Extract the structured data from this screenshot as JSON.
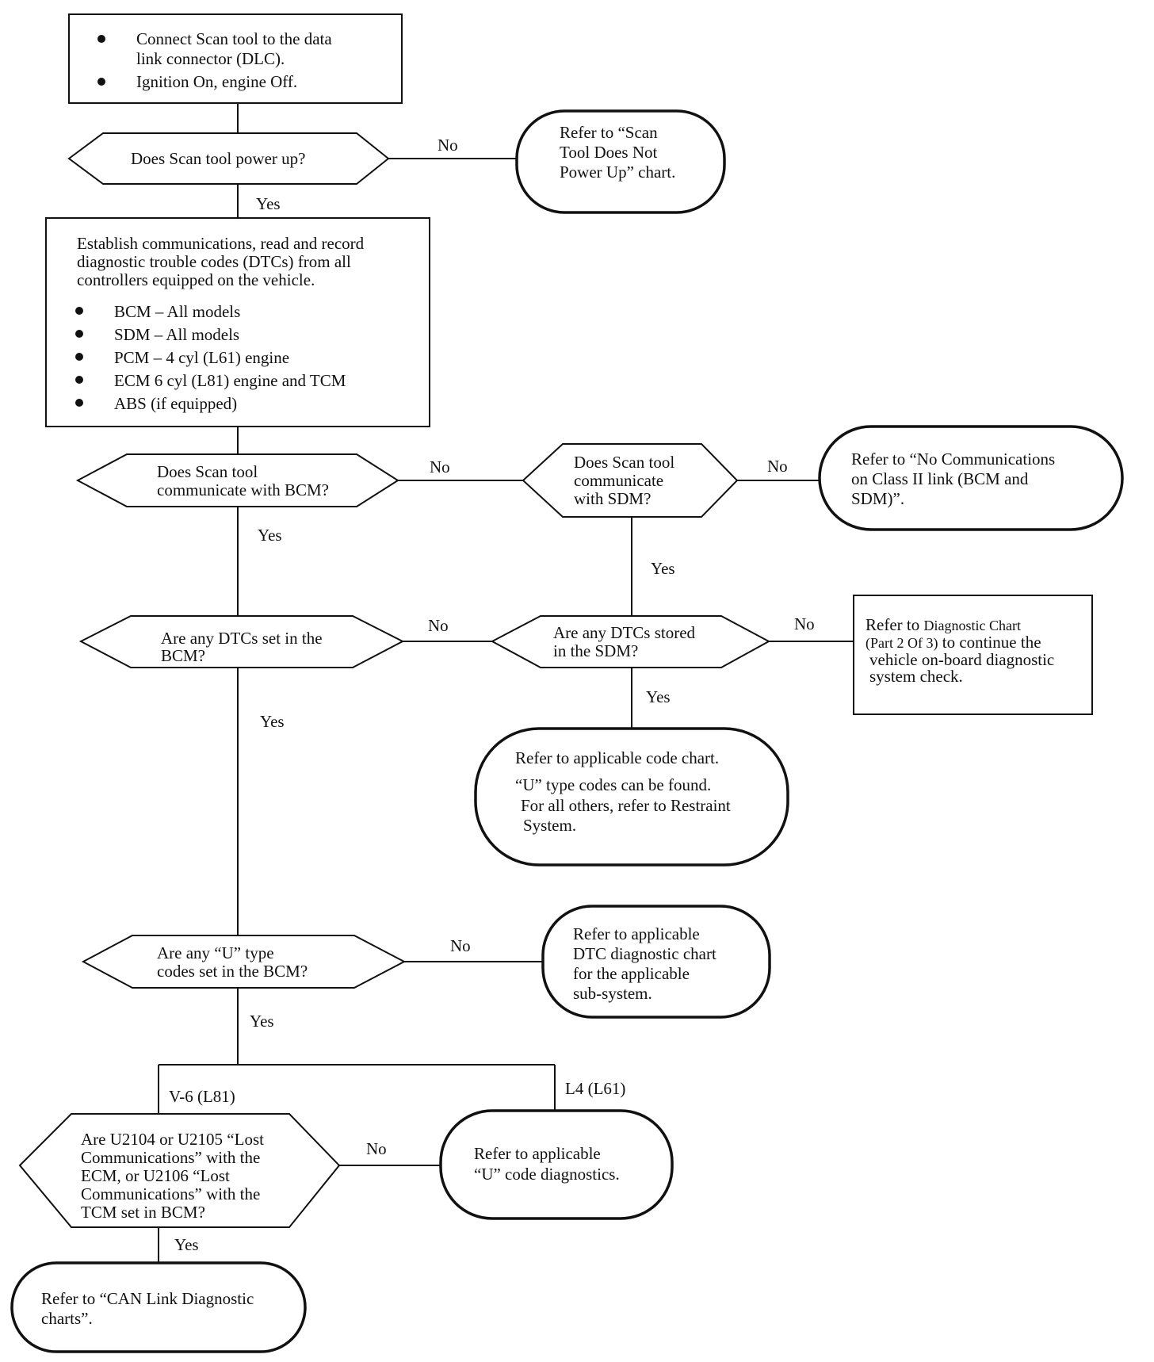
{
  "start_box": {
    "bullets": [
      [
        "Connect Scan tool to the data",
        "link connector (DLC)."
      ],
      [
        "Ignition On, engine Off."
      ]
    ]
  },
  "d1": {
    "lines": [
      "Does Scan tool power up?"
    ]
  },
  "t1": {
    "lines": [
      "Refer to “Scan",
      "Tool Does Not",
      "Power Up” chart."
    ]
  },
  "est_box": {
    "intro": [
      "Establish communications, read and record",
      "diagnostic trouble codes (DTCs) from all",
      "controllers equipped on the vehicle."
    ],
    "bullets": [
      "BCM – All models",
      "SDM – All models",
      "PCM – 4 cyl (L61) engine",
      "ECM 6 cyl (L81) engine and TCM",
      "ABS (if equipped)"
    ]
  },
  "d2": {
    "lines": [
      "Does Scan tool",
      "communicate with BCM?"
    ]
  },
  "d3": {
    "lines": [
      "Does Scan tool",
      "communicate",
      "with SDM?"
    ]
  },
  "t2": {
    "lines": [
      "Refer to “No Communications",
      "on Class II link (BCM and",
      "SDM)”."
    ]
  },
  "d4": {
    "lines": [
      "Are any DTCs set in the",
      "BCM?"
    ]
  },
  "d5": {
    "lines": [
      "Are any DTCs stored",
      "in the SDM?"
    ]
  },
  "ref_box": {
    "prefix": "Refer to",
    "small1": "Diagnostic Chart",
    "small2": "(Part 2 Of 3)",
    "line2_rest": "to continue the",
    "line3": "vehicle on-board diagnostic",
    "line4": "system check."
  },
  "t3": {
    "lines": [
      "Refer to applicable code chart.",
      "“U” type codes can be found.",
      "For all others, refer to Restraint",
      "System."
    ]
  },
  "d6": {
    "lines": [
      "Are any “U” type",
      "codes set in the BCM?"
    ]
  },
  "t4": {
    "lines": [
      "Refer to applicable",
      "DTC diagnostic chart",
      "for the applicable",
      "sub-system."
    ]
  },
  "d7": {
    "lines": [
      "Are U2104 or U2105 “Lost",
      "Communications” with the",
      "ECM, or U2106 “Lost",
      "Communications” with the",
      "TCM set in BCM?"
    ]
  },
  "t5": {
    "lines": [
      "Refer to applicable",
      "“U” code diagnostics."
    ]
  },
  "t6": {
    "lines": [
      "Refer to “CAN Link Diagnostic",
      "charts”."
    ]
  },
  "labels": {
    "d1_no": "No",
    "d1_yes": "Yes",
    "d2_no": "No",
    "d2_yes": "Yes",
    "d3_no": "No",
    "d3_yes": "Yes",
    "d4_no": "No",
    "d4_yes": "Yes",
    "d5_no": "No",
    "d5_yes": "Yes",
    "d6_no": "No",
    "d6_yes": "Yes",
    "v6": "V-6 (L81)",
    "l4": "L4 (L61)",
    "d7_no": "No",
    "d7_yes": "Yes"
  }
}
